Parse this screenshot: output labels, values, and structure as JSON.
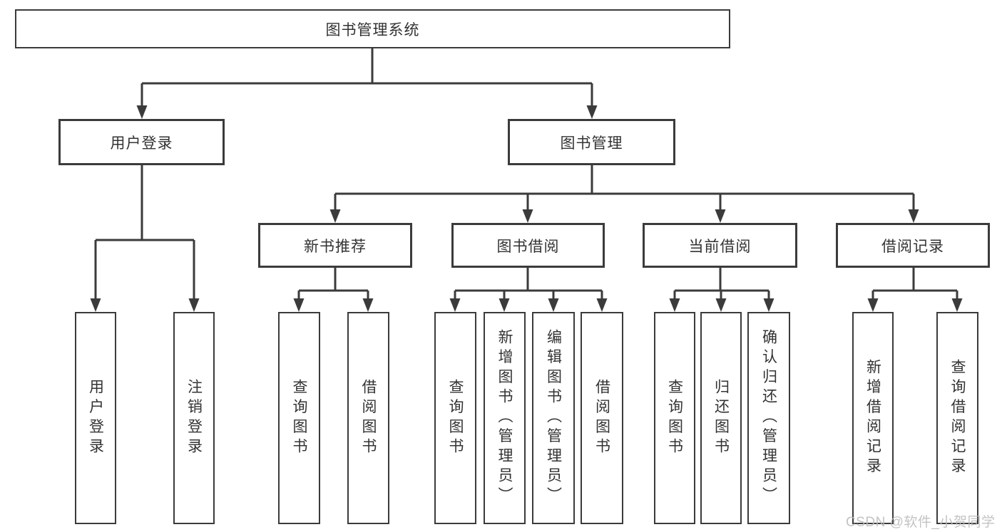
{
  "tree": {
    "label": "图书管理系统",
    "children": [
      {
        "label": "用户登录",
        "children": [
          {
            "label": "用户登录"
          },
          {
            "label": "注销登录"
          }
        ]
      },
      {
        "label": "图书管理",
        "children": [
          {
            "label": "新书推荐",
            "children": [
              {
                "label": "查询图书"
              },
              {
                "label": "借阅图书"
              }
            ]
          },
          {
            "label": "图书借阅",
            "children": [
              {
                "label": "查询图书"
              },
              {
                "label": "新增图书（管理员）"
              },
              {
                "label": "编辑图书（管理员）"
              },
              {
                "label": "借阅图书"
              }
            ]
          },
          {
            "label": "当前借阅",
            "children": [
              {
                "label": "查询图书"
              },
              {
                "label": "归还图书"
              },
              {
                "label": "确认归还（管理员）"
              }
            ]
          },
          {
            "label": "借阅记录",
            "children": [
              {
                "label": "新增借阅记录"
              },
              {
                "label": "查询借阅记录"
              }
            ]
          }
        ]
      }
    ]
  },
  "watermark": {
    "text": "CSDN @软件_小贺同学"
  },
  "colors": {
    "line": "#3b3b3b",
    "text": "#333333",
    "background": "#ffffff",
    "watermark": "#bbbbbb"
  }
}
